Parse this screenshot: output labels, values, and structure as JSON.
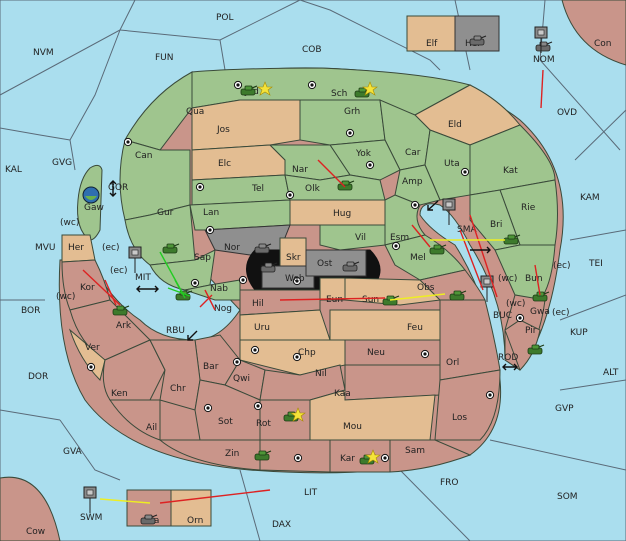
{
  "sea_labels": {
    "POL": "POL",
    "NVM": "NVM",
    "FUN": "FUN",
    "COB": "COB",
    "NOM": "NOM",
    "Con": "Con",
    "OVD": "OVD",
    "KAL": "KAL",
    "GVG": "GVG",
    "GOR": "GOR",
    "KAM": "KAM",
    "MVU": "MVU",
    "TEI": "TEI",
    "BOR": "BOR",
    "MIT": "MIT",
    "RBU": "RBU",
    "SMA": "SMA",
    "BUC": "BUC",
    "KUP": "KUP",
    "ROD": "ROD",
    "ALT": "ALT",
    "DOR": "DOR",
    "GVP": "GVP",
    "GVA": "GVA",
    "FRO": "FRO",
    "SOM": "SOM",
    "LIT": "LIT",
    "SWM": "SWM",
    "DAX": "DAX",
    "Cow": "Cow"
  },
  "land_labels": {
    "Elf": "Elf",
    "Hel": "Hel",
    "Jad": "Jad",
    "Sch": "Sch",
    "Qua": "Qua",
    "Jos": "Jos",
    "Grh": "Grh",
    "Eld": "Eld",
    "Can": "Can",
    "Elc": "Elc",
    "Yok": "Yok",
    "Car": "Car",
    "Nar": "Nar",
    "Uta": "Uta",
    "Kat": "Kat",
    "Gaw": "Gaw",
    "Olk": "Olk",
    "Amp": "Amp",
    "Tel": "Tel",
    "Gur": "Gur",
    "Lan": "Lan",
    "Hug": "Hug",
    "Rie": "Rie",
    "Bri": "Bri",
    "Esm": "Esm",
    "Vil": "Vil",
    "Nor": "Nor",
    "Skr": "Skr",
    "Ost": "Ost",
    "Web": "Web",
    "Her": "Her",
    "Mel": "Mel",
    "Sap": "Sap",
    "Kor": "Kor",
    "Obs": "Obs",
    "Bun": "Bun",
    "Nab": "Nab",
    "Hil": "Hil",
    "Eun": "Eun",
    "Sun": "Sun",
    "Gwa": "Gwa",
    "Ark": "Ark",
    "Nog": "Nog",
    "Pir": "Pir",
    "Uru": "Uru",
    "Feu": "Feu",
    "Ver": "Ver",
    "Chp": "Chp",
    "Bar": "Bar",
    "Neu": "Neu",
    "Orl": "Orl",
    "Qwi": "Qwi",
    "Nil": "Nil",
    "Ken": "Ken",
    "Chr": "Chr",
    "Kaa": "Kaa",
    "Los": "Los",
    "Sot": "Sot",
    "Rot": "Rot",
    "Ail": "Ail",
    "Mou": "Mou",
    "Zin": "Zin",
    "Sam": "Sam",
    "Kar": "Kar",
    "Aba": "Aba",
    "Orn": "Orn"
  },
  "coast_labels": {
    "wc1": "(wc)",
    "ec1": "(ec)",
    "ec2": "(ec)",
    "wc2": "(wc)",
    "wc3": "(wc)",
    "wc4": "(wc)",
    "ec3": "(ec)",
    "ec4": "(ec)"
  }
}
